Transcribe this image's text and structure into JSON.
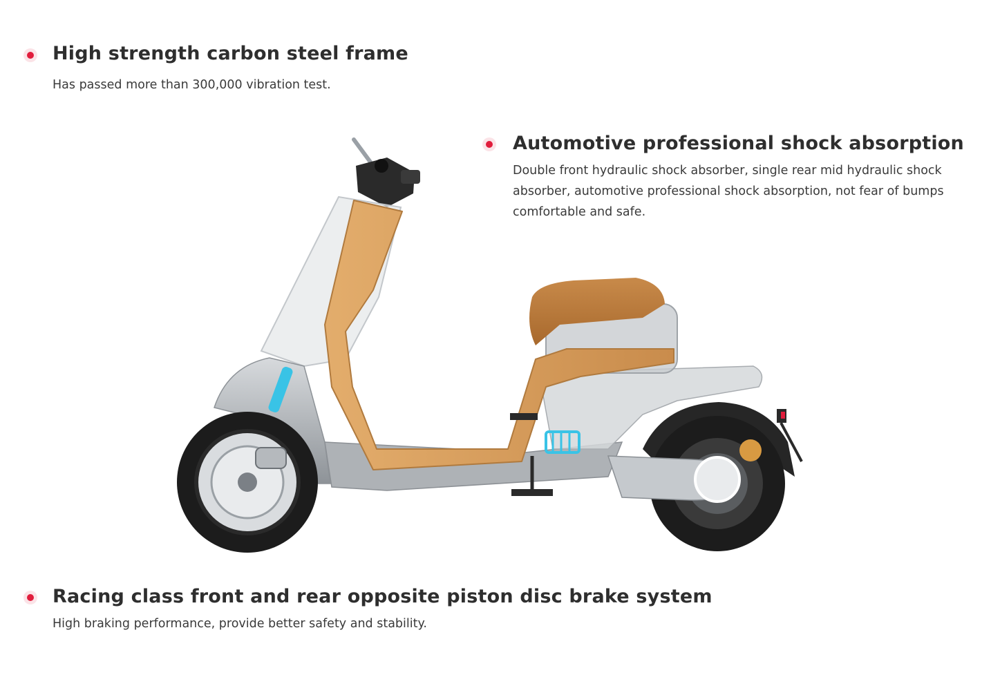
{
  "features": [
    {
      "title": "High strength carbon steel frame",
      "description": "Has passed more than 300,000 vibration test."
    },
    {
      "title": "Automotive professional shock absorption",
      "description": "Double front hydraulic shock absorber, single rear mid hydraulic shock absorber, automotive professional shock absorption, not fear of bumps comfortable and safe."
    },
    {
      "title": "Racing class front and rear opposite piston disc brake system",
      "description": "High braking performance, provide better safety and stability."
    }
  ],
  "colors": {
    "accent": "#e11d3c",
    "frame": "#d39a5a",
    "shock": "#39c3e6",
    "body": "#b9bdc2",
    "tire": "#1c1c1c"
  }
}
